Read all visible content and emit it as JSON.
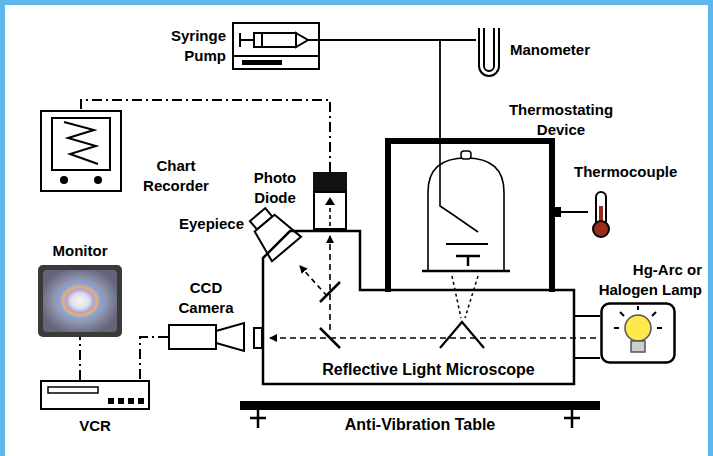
{
  "diagram": {
    "nodes": [
      {
        "text": [
          "Syringe Pump"
        ]
      },
      {
        "text": [
          "Manometer"
        ]
      },
      {
        "text": [
          "Thermostating Device"
        ]
      },
      {
        "text": [
          "Thermocouple"
        ]
      },
      {
        "text": [
          "Chart Recorder"
        ]
      },
      {
        "text": [
          "Photo Diode"
        ]
      },
      {
        "text": [
          "Eyepiece"
        ]
      },
      {
        "text": [
          "Monitor"
        ]
      },
      {
        "text": [
          "CCD Camera"
        ]
      },
      {
        "text": [
          "VCR"
        ]
      },
      {
        "text": [
          "Hg-Arc or Halogen Lamp"
        ]
      },
      {
        "text": [
          "Reflective Light Microscope"
        ]
      },
      {
        "text": [
          "Anti-Vibration Table"
        ]
      }
    ],
    "edges": [
      {
        "from": 0,
        "to": 1,
        "arrow": "none"
      },
      {
        "from": 0,
        "to": 2,
        "arrow": "none"
      },
      {
        "from": 5,
        "to": 4,
        "arrow": "none"
      },
      {
        "from": 8,
        "to": 9,
        "arrow": "none"
      },
      {
        "from": 9,
        "to": 7,
        "arrow": "none"
      },
      {
        "from": 3,
        "to": 2,
        "arrow": "none"
      }
    ]
  }
}
